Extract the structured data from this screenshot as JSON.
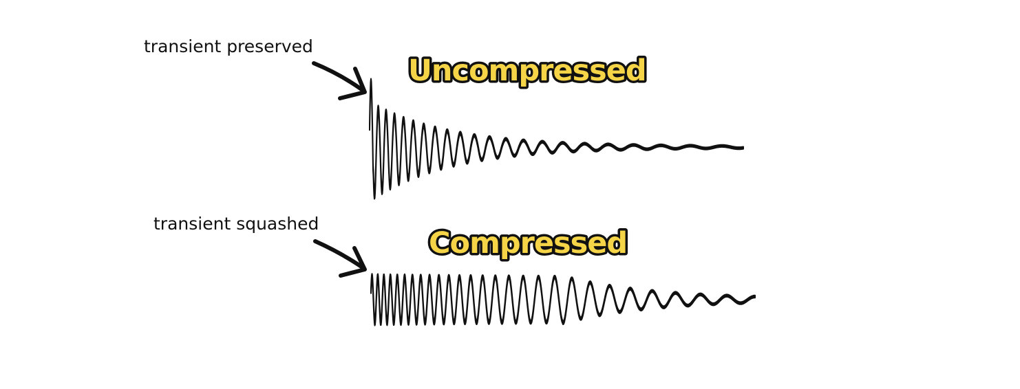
{
  "annotations": {
    "top": "transient preserved",
    "bottom": "transient squashed"
  },
  "titles": {
    "top": "Uncompressed",
    "bottom": "Compressed"
  },
  "colors": {
    "title_fill": "#f5d547",
    "ink": "#111111",
    "background": "#ffffff"
  }
}
